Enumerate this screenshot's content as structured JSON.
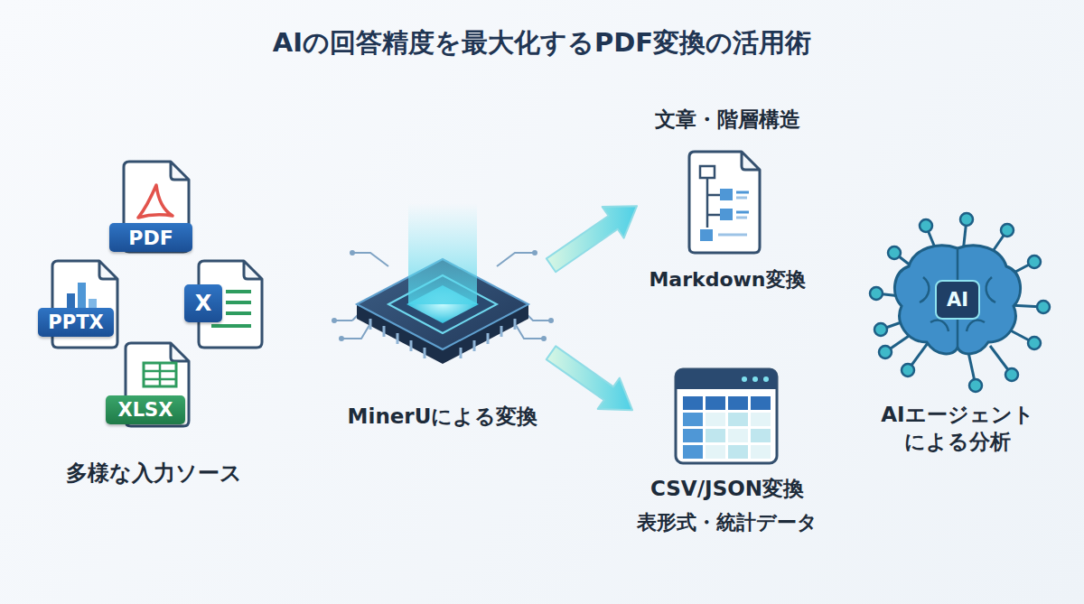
{
  "diagram": {
    "title": "AIの回答精度を最大化するPDF変換の活用術",
    "nodes": [
      {
        "text": [
          "PDF"
        ]
      },
      {
        "text": [
          "PPTX"
        ]
      },
      {
        "text": [
          "X"
        ]
      },
      {
        "text": [
          "XLSX"
        ]
      },
      {
        "text": [
          "MinerUによる変換"
        ]
      },
      {
        "text": [
          "文章・階層構造",
          "Markdown変換"
        ]
      },
      {
        "text": [
          "CSV/JSON変換",
          "表形式・統計データ"
        ]
      },
      {
        "text": [
          "AI",
          "AIエージェント による分析"
        ]
      }
    ],
    "edges": [
      {
        "from": 4,
        "to": 5,
        "arrow": "to"
      },
      {
        "from": 4,
        "to": 6,
        "arrow": "to"
      }
    ],
    "labels": [
      "多様な入力ソース"
    ]
  }
}
